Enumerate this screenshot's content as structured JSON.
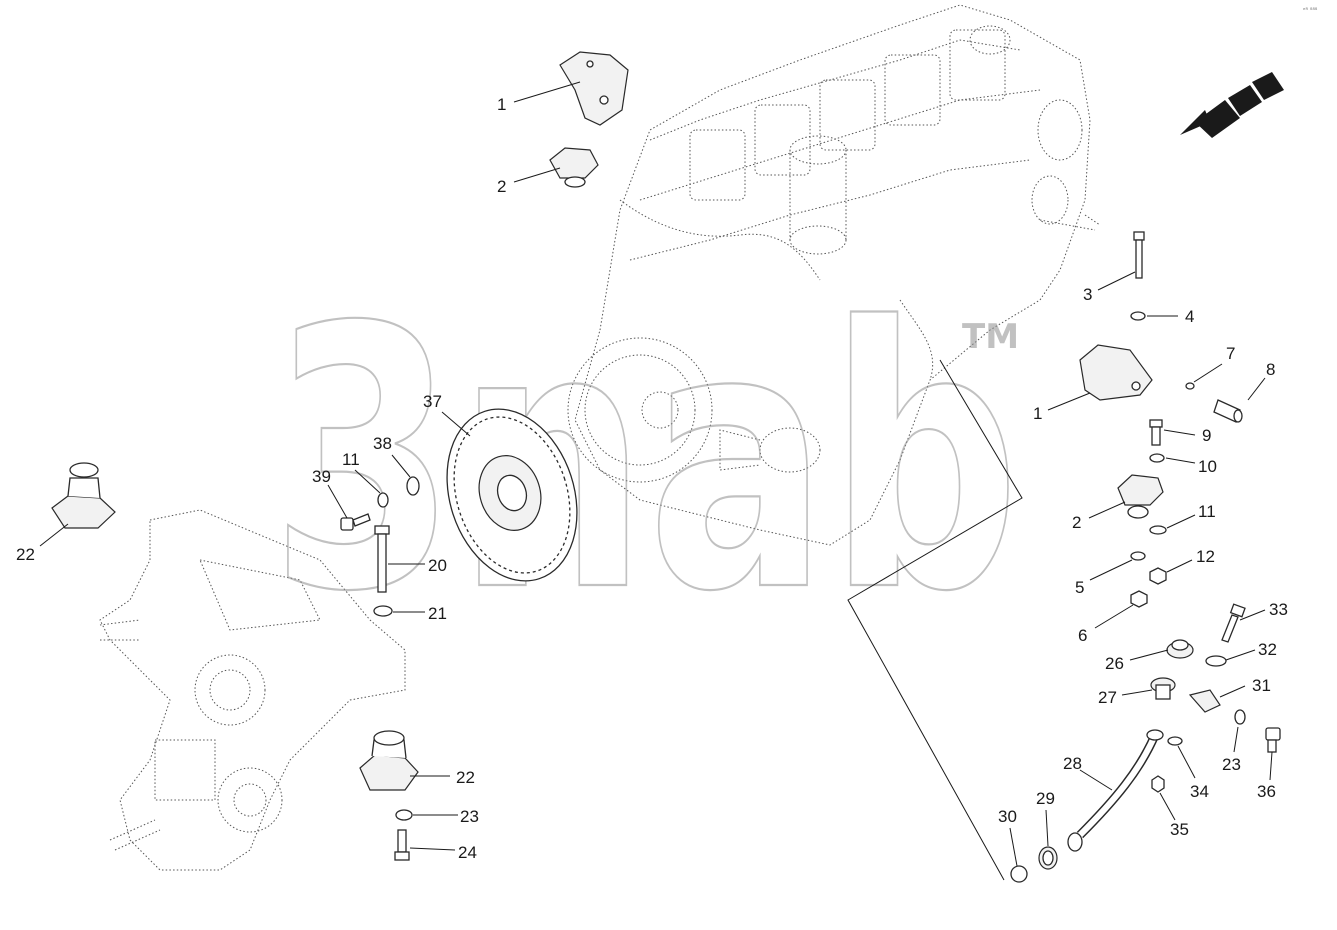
{
  "watermark": {
    "text": "3nab",
    "mark": "TM"
  },
  "corner_code": "ᵉᴿ ⁸⁸⁸",
  "direction_arrow": "front-direction-arrow",
  "callouts": {
    "c1a": "1",
    "c2a": "2",
    "c3": "3",
    "c4": "4",
    "c1b": "1",
    "c7": "7",
    "c8": "8",
    "c9": "9",
    "c10": "10",
    "c2b": "2",
    "c11b": "11",
    "c5": "5",
    "c12": "12",
    "c6": "6",
    "c33": "33",
    "c26": "26",
    "c32": "32",
    "c27": "27",
    "c31": "31",
    "c28": "28",
    "c23b": "23",
    "c36": "36",
    "c34": "34",
    "c30": "30",
    "c29": "29",
    "c35": "35",
    "c37": "37",
    "c38": "38",
    "c11a": "11",
    "c39": "39",
    "c20": "20",
    "c21": "21",
    "c22a": "22",
    "c22b": "22",
    "c23a": "23",
    "c24": "24"
  }
}
